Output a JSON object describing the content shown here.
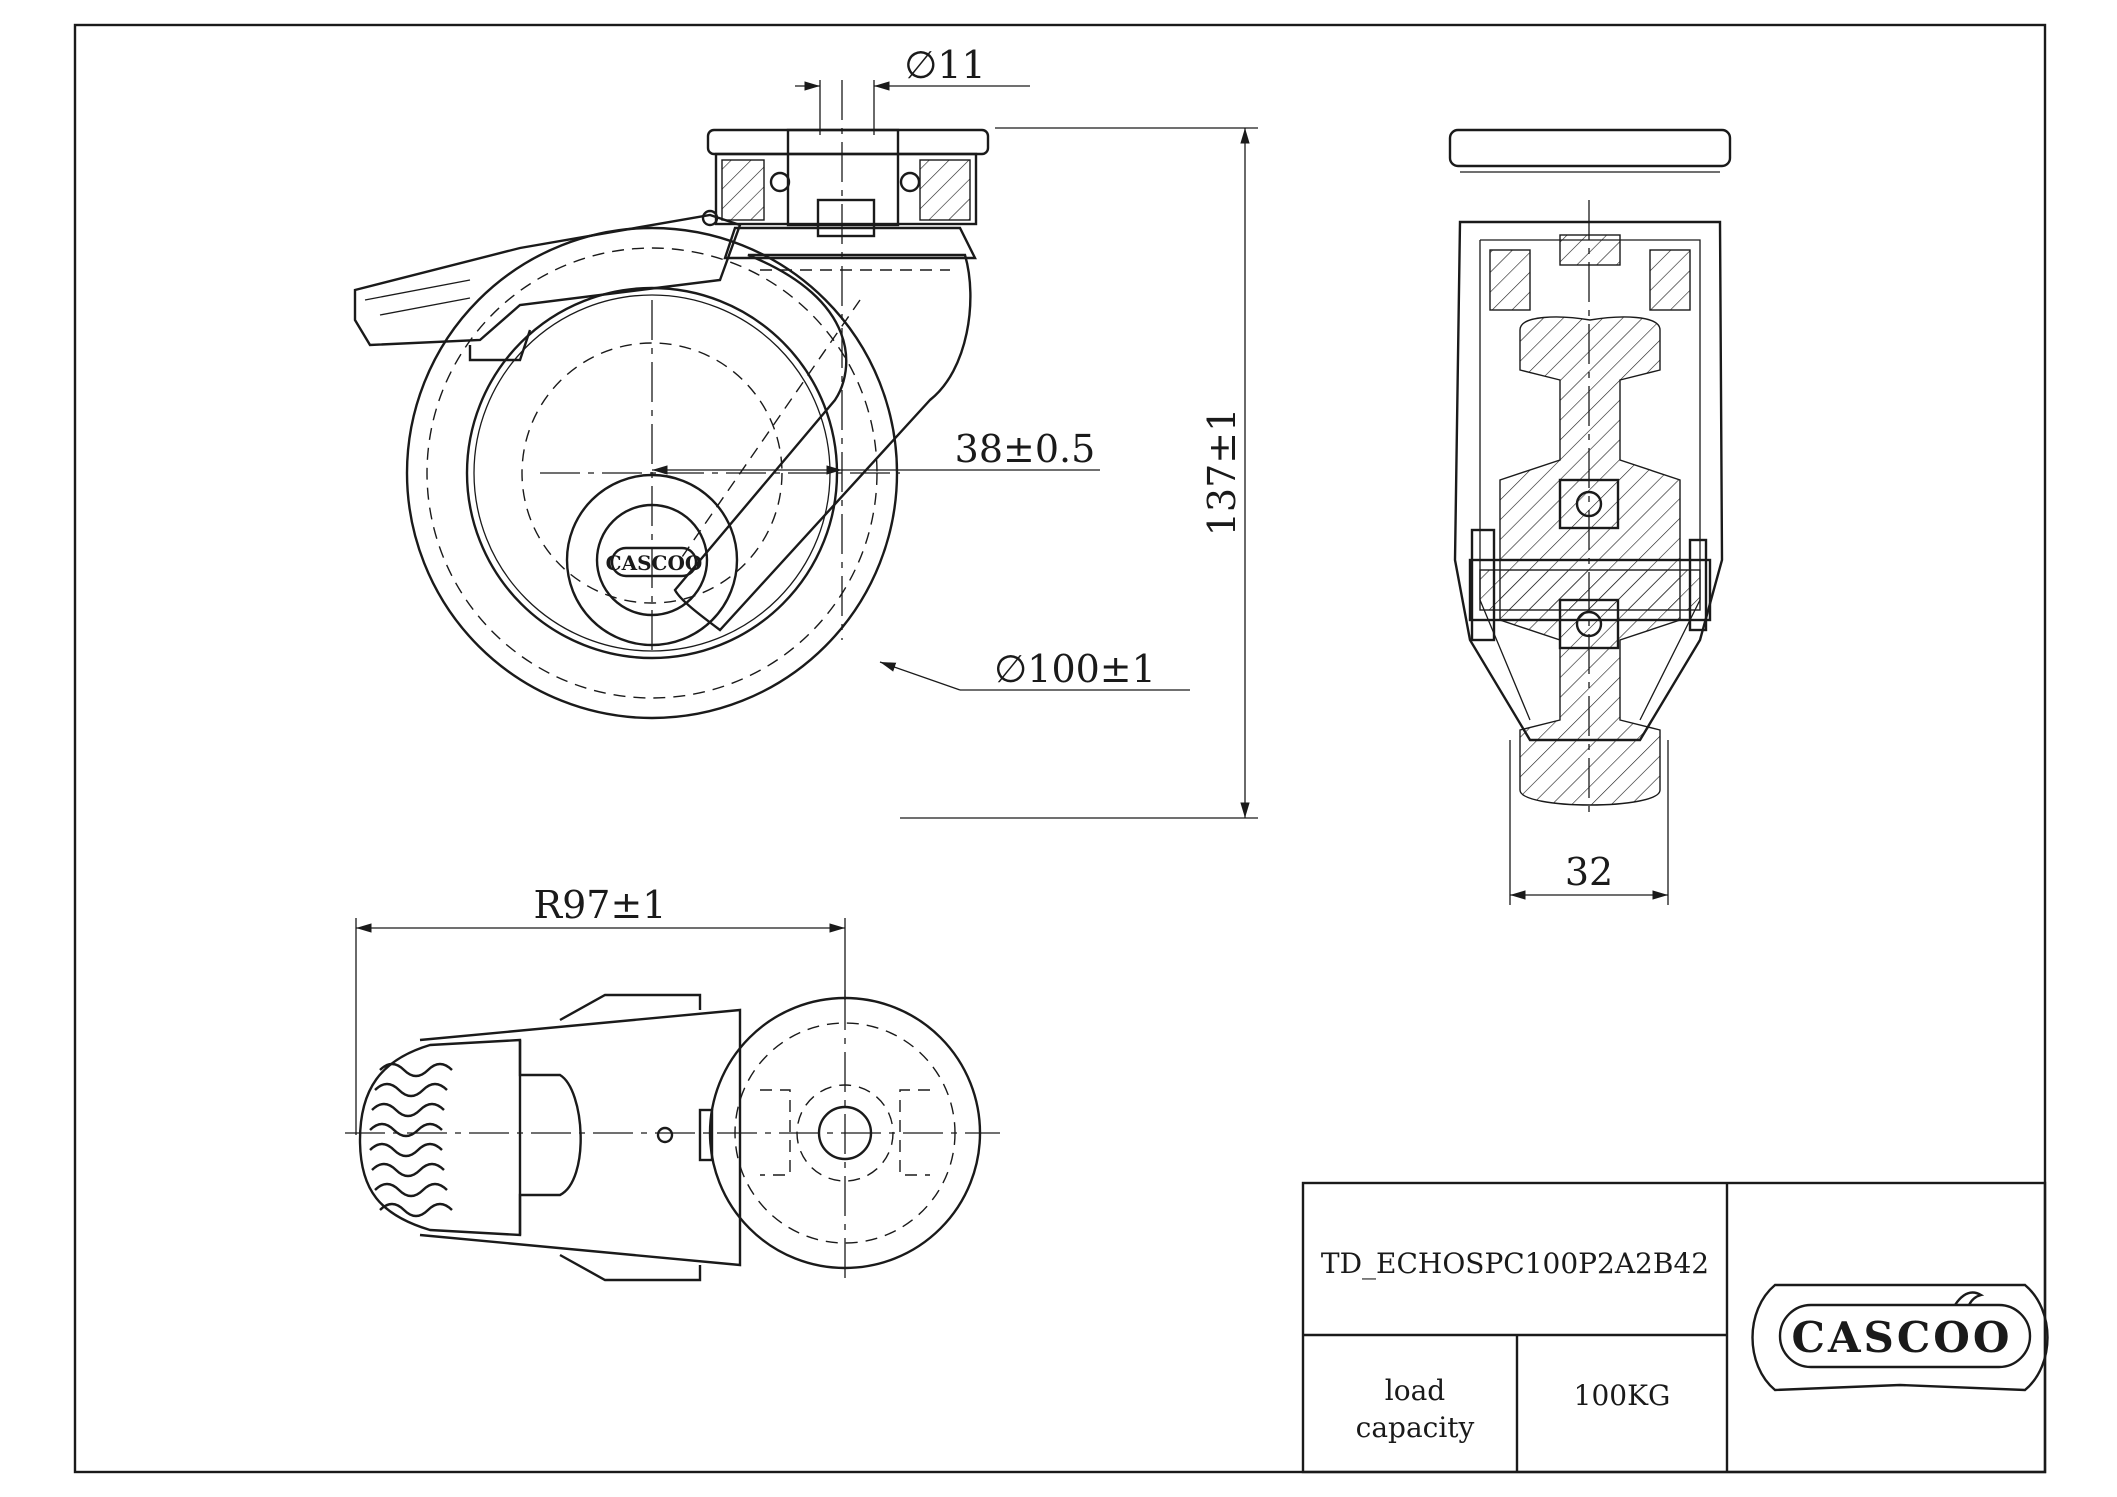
{
  "dimensions": {
    "bore": "∅11",
    "offset": "38±0.5",
    "height": "137±1",
    "wheel_diameter": "∅100±1",
    "swivel_radius": "R97±1",
    "wheel_width": "32"
  },
  "title_block": {
    "part_code": "TD_ECHOSPC100P2A2B42",
    "load_label_line1": "load",
    "load_label_line2": "capacity",
    "load_value": "100KG"
  },
  "logo": {
    "brand": "CASCOO"
  }
}
